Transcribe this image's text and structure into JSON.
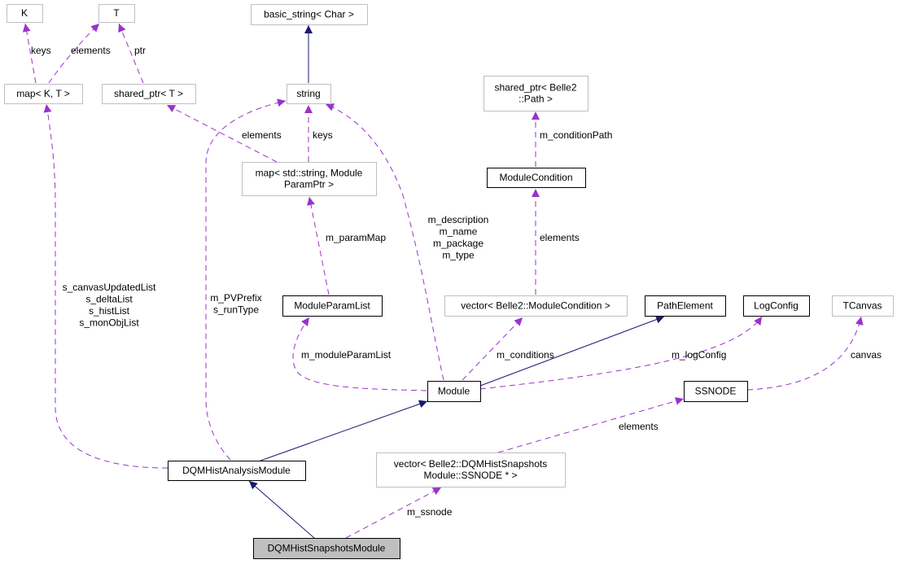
{
  "colors": {
    "member_edge": "#9a32cd",
    "inherit_edge": "#191970",
    "focus_node_fill": "#bfbfbf"
  },
  "nodes": {
    "K": [
      "K"
    ],
    "T": [
      "T"
    ],
    "basic_string": [
      "basic_string< Char >"
    ],
    "map_kt": [
      "map< K, T >"
    ],
    "shared_ptr_t": [
      "shared_ptr< T >"
    ],
    "string": [
      "string"
    ],
    "shared_ptr_path": [
      "shared_ptr< Belle2",
      "::Path >"
    ],
    "module_condition": [
      "ModuleCondition"
    ],
    "map_param": [
      "map< std::string, Module",
      "ParamPtr >"
    ],
    "module_param_list": [
      "ModuleParamList"
    ],
    "vector_condition": [
      "vector< Belle2::ModuleCondition >"
    ],
    "path_element": [
      "PathElement"
    ],
    "log_config": [
      "LogConfig"
    ],
    "tcanvas": [
      "TCanvas"
    ],
    "module": [
      "Module"
    ],
    "ssnode": [
      "SSNODE"
    ],
    "dqm_analysis": [
      "DQMHistAnalysisModule"
    ],
    "vector_ssnode": [
      "vector< Belle2::DQMHistSnapshots",
      "Module::SSNODE * >"
    ],
    "dqm_snapshots": [
      "DQMHistSnapshotsModule"
    ]
  },
  "edges": {
    "mapkt_K": [
      "keys"
    ],
    "mapkt_T": [
      "elements"
    ],
    "sptr_T": [
      "ptr"
    ],
    "string_basic": [],
    "mapparam_sptr": [
      "elements"
    ],
    "mapparam_string": [
      "keys"
    ],
    "module_string": [
      "m_description",
      "m_name",
      "m_package",
      "m_type"
    ],
    "analysis_string": [
      "m_PVPrefix",
      "s_runType"
    ],
    "mpl_mapparam": [
      "m_paramMap"
    ],
    "module_mpl": [
      "m_moduleParamList"
    ],
    "module_vcond": [
      "m_conditions"
    ],
    "module_path": [],
    "module_log": [
      "m_logConfig"
    ],
    "vcond_cond": [
      "elements"
    ],
    "cond_path": [
      "m_conditionPath"
    ],
    "ssnode_canvas": [
      "canvas"
    ],
    "vssnode_ssnode": [
      "elements"
    ],
    "analysis_module": [],
    "analysis_mapkt": [
      "s_canvasUpdatedList",
      "s_deltaList",
      "s_histList",
      "s_monObjList"
    ],
    "snap_analysis": [],
    "snap_vssnode": [
      "m_ssnode"
    ]
  }
}
